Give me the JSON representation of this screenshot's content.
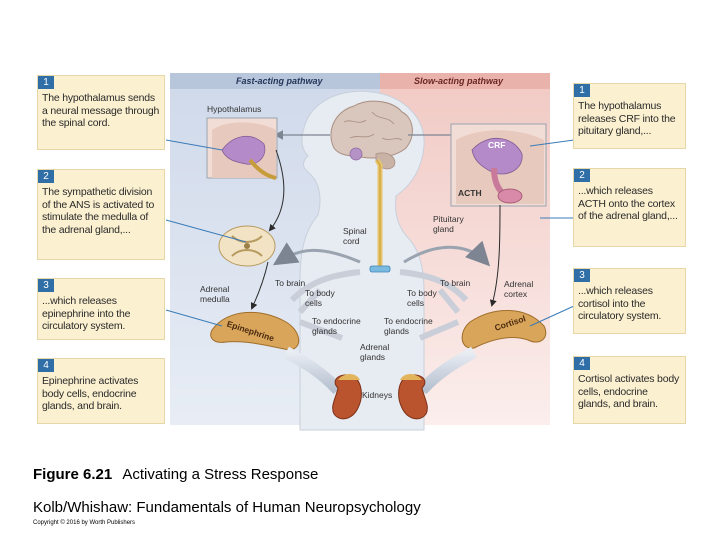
{
  "header": {
    "fast_title": "Fast-acting pathway",
    "slow_title": "Slow-acting pathway"
  },
  "left_steps": [
    {
      "num": "1",
      "text": "The hypothalamus sends a neural message through the spinal cord."
    },
    {
      "num": "2",
      "text": "The sympathetic division of the ANS is activated to stimulate the medulla of the adrenal gland,..."
    },
    {
      "num": "3",
      "text": "...which releases epinephrine into the circulatory system."
    },
    {
      "num": "4",
      "text": "Epinephrine activates body cells, endocrine glands, and brain."
    }
  ],
  "right_steps": [
    {
      "num": "1",
      "text": "The hypothalamus releases CRF into the pituitary gland,..."
    },
    {
      "num": "2",
      "text": "...which releases ACTH onto the cortex of the adrenal gland,..."
    },
    {
      "num": "3",
      "text": "...which releases cortisol into the circulatory system."
    },
    {
      "num": "4",
      "text": "Cortisol activates body cells, endocrine glands, and brain."
    }
  ],
  "labels": {
    "hypothalamus": "Hypothalamus",
    "spinal_cord": "Spinal cord",
    "pituitary_gland": "Pituitary gland",
    "crf": "CRF",
    "acth": "ACTH",
    "adrenal_medulla": "Adrenal medulla",
    "adrenal_cortex": "Adrenal cortex",
    "to_brain_left": "To brain",
    "to_brain_right": "To brain",
    "to_body_cells_left": "To body cells",
    "to_body_cells_right": "To body cells",
    "to_endocrine_left": "To endocrine glands",
    "to_endocrine_right": "To endocrine glands",
    "adrenal_glands": "Adrenal glands",
    "kidneys": "Kidneys",
    "epinephrine": "Epinephrine",
    "cortisol": "Cortisol"
  },
  "caption": {
    "figure_number": "Figure 6.21",
    "figure_title": "Activating a Stress Response",
    "book": "Kolb/Whishaw: Fundamentals of Human Neuropsychology",
    "copyright": "Copyright © 2016 by Worth Publishers"
  },
  "colors": {
    "step_box": "#fbf0d0",
    "step_number": "#2f6ea6",
    "fast_panel": "#dfe6f1",
    "slow_panel": "#f8e2df",
    "gland": "#d9a55a"
  }
}
